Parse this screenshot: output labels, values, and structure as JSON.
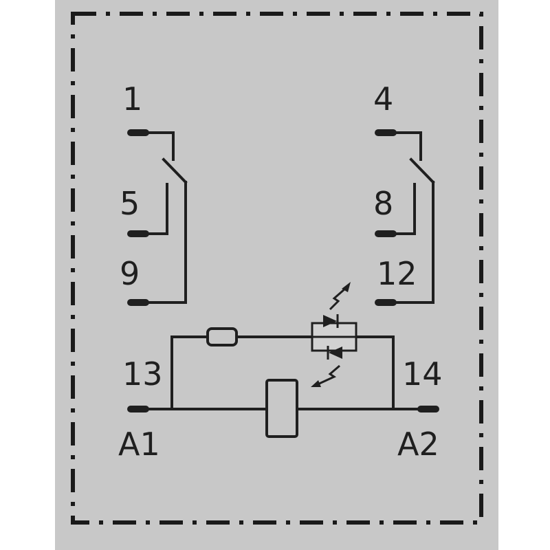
{
  "colors": {
    "page": "#ffffff",
    "panel": "#c8c8c8",
    "ink": "#1f1f1f"
  },
  "terminals": {
    "t1": "1",
    "t5": "5",
    "t9": "9",
    "t4": "4",
    "t8": "8",
    "t12": "12",
    "t13": "13",
    "t14": "14",
    "a1": "A1",
    "a2": "A2"
  }
}
